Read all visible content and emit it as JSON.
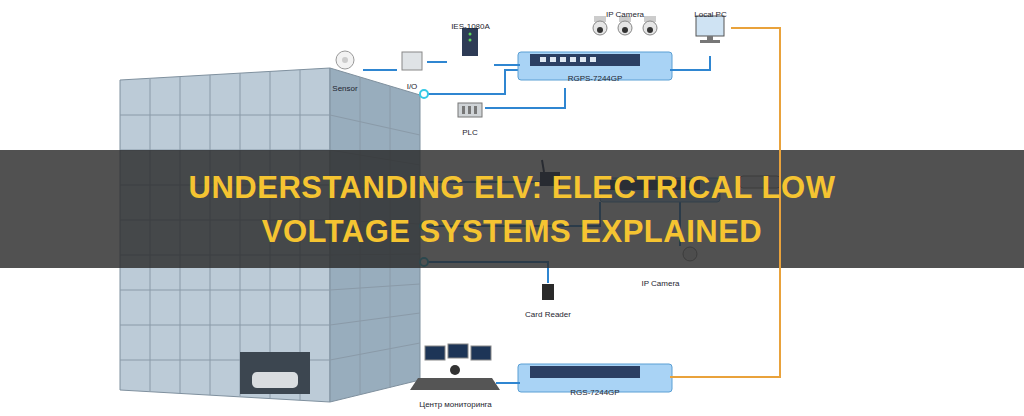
{
  "diagram": {
    "title": "UNDERSTANDING ELV: ELECTRICAL LOW VOLTAGE SYSTEMS EXPLAINED",
    "nodes": [
      {
        "text": [
          "Sensor"
        ]
      },
      {
        "text": [
          "I/O"
        ]
      },
      {
        "text": [
          "IES-1080A"
        ]
      },
      {
        "text": [
          "PLC"
        ]
      },
      {
        "text": [
          "RGPS-7244GP"
        ]
      },
      {
        "text": [
          "IP Camera"
        ]
      },
      {
        "text": [
          "Local PC"
        ]
      },
      {
        "text": [
          "IP Camera"
        ]
      },
      {
        "text": [
          "Card Reader"
        ]
      },
      {
        "text": [
          "Центр мониторинга"
        ]
      },
      {
        "text": [
          "RGS-7244GP"
        ]
      }
    ],
    "edges": [
      {
        "from": 0,
        "to": 1,
        "arrow": "none"
      },
      {
        "from": 1,
        "to": 2,
        "arrow": "none"
      },
      {
        "from": 2,
        "to": 4,
        "arrow": "none"
      },
      {
        "from": 3,
        "to": 4,
        "arrow": "none"
      },
      {
        "from": 4,
        "to": 5,
        "arrow": "none"
      },
      {
        "from": 4,
        "to": 6,
        "arrow": "none"
      },
      {
        "from": 6,
        "to": 10,
        "arrow": "none"
      },
      {
        "from": 9,
        "to": 10,
        "arrow": "none"
      }
    ]
  }
}
